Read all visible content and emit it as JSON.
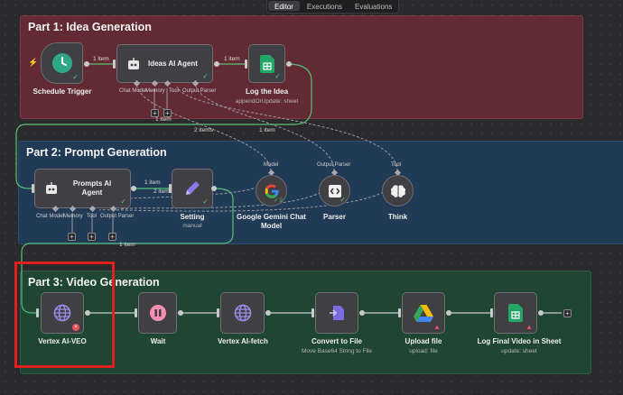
{
  "tabs": [
    {
      "label": "Editor",
      "active": true
    },
    {
      "label": "Executions",
      "active": false
    },
    {
      "label": "Evaluations",
      "active": false
    }
  ],
  "stickies": {
    "part1": "Part 1: Idea Generation",
    "part2": "Part 2: Prompt Generation",
    "part3": "Part 3: Video Generation"
  },
  "nodes": {
    "schedule_trigger": {
      "label": "Schedule Trigger",
      "icon": "clock-icon",
      "status": "success"
    },
    "ideas_agent": {
      "label": "Ideas AI Agent",
      "icon": "robot-icon",
      "status": "success"
    },
    "log_idea": {
      "label": "Log the Idea",
      "sub": "appendOrUpdate: sheet",
      "icon": "google-sheets-icon",
      "status": "success"
    },
    "prompts_agent": {
      "label": "Prompts AI Agent",
      "icon": "robot-icon",
      "status": "success"
    },
    "setting": {
      "label": "Setting",
      "sub": "manual",
      "icon": "pencil-icon",
      "status": "success"
    },
    "gemini": {
      "label": "Google Gemini Chat Model",
      "icon": "google-icon",
      "status": "success",
      "count": "2"
    },
    "parser": {
      "label": "Parser",
      "icon": "code-icon",
      "status": "success"
    },
    "think": {
      "label": "Think",
      "icon": "brain-icon",
      "status": "none"
    },
    "vertex_veo": {
      "label": "Vertex AI-VEO",
      "icon": "globe-icon",
      "status": "error"
    },
    "wait": {
      "label": "Wait",
      "icon": "pause-icon",
      "status": "none"
    },
    "vertex_fetch": {
      "label": "Vertex AI-fetch",
      "icon": "globe-icon",
      "status": "none"
    },
    "convert": {
      "label": "Convert to File",
      "sub": "Move Base64 String to File",
      "icon": "file-convert-icon",
      "status": "none"
    },
    "upload": {
      "label": "Upload file",
      "sub": "upload: file",
      "icon": "google-drive-icon",
      "status": "warning"
    },
    "log_final": {
      "label": "Log Final Video in Sheet",
      "sub": "update: sheet",
      "icon": "google-sheets-icon",
      "status": "warning"
    }
  },
  "sub_ports": {
    "ideas": [
      "Chat Model",
      "Memory",
      "Tool",
      "Output Parser"
    ],
    "prompts": [
      "Chat Model",
      "Memory",
      "Tool",
      "Output Parser"
    ]
  },
  "edge_labels": {
    "trigger_to_ideas": "1 item",
    "ideas_to_log": "1 item",
    "part1_to_part2": "1 item",
    "gemini_to_ideas": "2 items",
    "parser_to_ideas": "1 item",
    "prompts_to_setting": "1 item",
    "gemini_to_prompts": "2 items",
    "setting_to_part3": "1 item"
  },
  "sub_targets": {
    "model": "Model",
    "output_parser": "Output Parser",
    "tool": "Tool"
  },
  "colors": {
    "part1_bg": "#622b33",
    "part2_bg": "#213a55",
    "part3_bg": "#1f4533",
    "success": "#56c26c",
    "error": "#e5535e",
    "highlight": "#e0201f"
  }
}
